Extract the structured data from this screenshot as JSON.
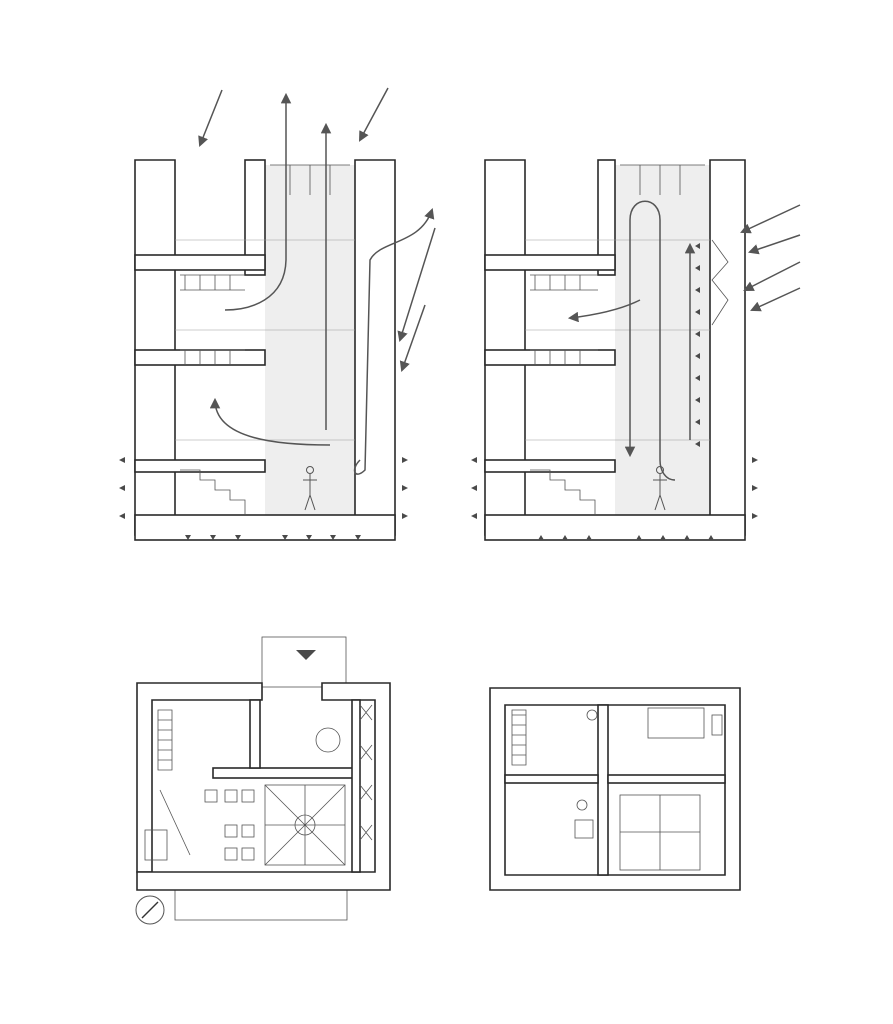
{
  "drawings": [
    {
      "id": "section-summer",
      "view": "section",
      "airflow": "stack-ventilation"
    },
    {
      "id": "section-winter",
      "view": "section",
      "airflow": "solar-heating"
    },
    {
      "id": "plan-ground-floor",
      "view": "plan"
    },
    {
      "id": "plan-upper-floor",
      "view": "plan"
    }
  ],
  "colors": {
    "line": "#2a2a2a",
    "arrow": "#555555",
    "shade": "#eeeeee"
  },
  "icons": [
    "north-arrow-icon",
    "human-figure-icon",
    "entrance-arrow-icon"
  ]
}
